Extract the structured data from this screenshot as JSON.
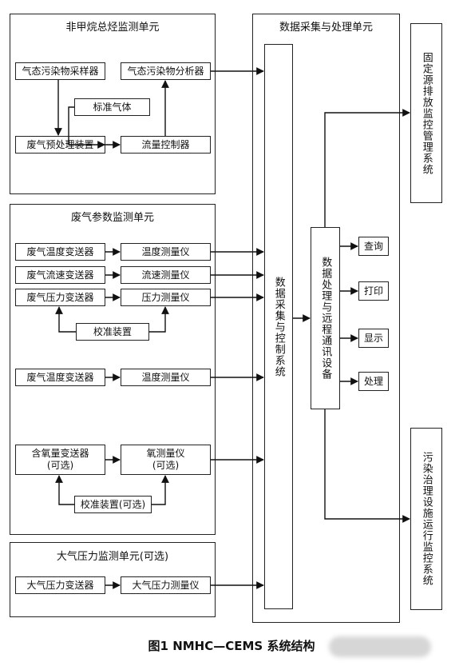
{
  "units": {
    "nmhc": {
      "title": "非甲烷总烃监测单元",
      "sampler": "气态污染物采样器",
      "analyzer": "气态污染物分析器",
      "std_gas": "标准气体",
      "pretreat": "废气预处理装置",
      "flow_ctrl": "流量控制器"
    },
    "params": {
      "title": "废气参数监测单元",
      "temp_tx": "废气温度变送器",
      "temp_meter": "温度测量仪",
      "vel_tx": "废气流速变送器",
      "vel_meter": "流速测量仪",
      "pres_tx": "废气压力变送器",
      "pres_meter": "压力测量仪",
      "calib": "校准装置",
      "temp_tx2": "废气温度变送器",
      "temp_meter2": "温度测量仪",
      "o2_tx_l1": "含氧量变送器",
      "o2_tx_l2": "(可选)",
      "o2_meter_l1": "氧测量仪",
      "o2_meter_l2": "(可选)",
      "calib_opt": "校准装置(可选)"
    },
    "atmo": {
      "title": "大气压力监测单元(可选)",
      "tx": "大气压力变送器",
      "meter": "大气压力测量仪"
    }
  },
  "daq": {
    "title": "数据采集与处理单元",
    "control": "数据采集与控制系统",
    "processor": "数据处理与远程通讯设备",
    "outputs": [
      "查询",
      "打印",
      "显示",
      "处理"
    ]
  },
  "external": {
    "fixed_source": "固定源排放监控管理系统",
    "treatment": "污染治理设施运行监控系统"
  },
  "caption": "图1  NMHC—CEMS  系统结构"
}
